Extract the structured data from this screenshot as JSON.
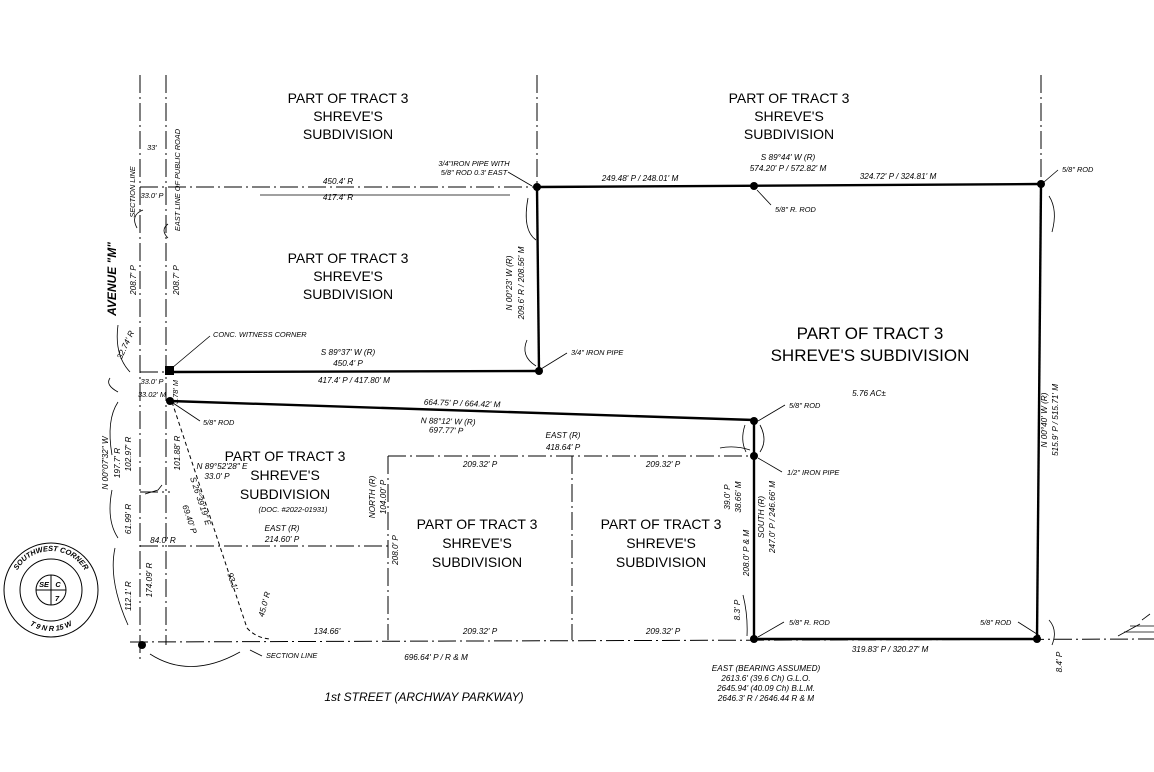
{
  "tracts": {
    "nw": [
      "PART OF TRACT 3",
      "SHREVE'S",
      "SUBDIVISION"
    ],
    "ne": [
      "PART OF TRACT 3",
      "SHREVE'S",
      "SUBDIVISION"
    ],
    "mid": [
      "PART OF TRACT 3",
      "SHREVE'S",
      "SUBDIVISION"
    ],
    "main": [
      "PART OF TRACT 3",
      "SHREVE'S SUBDIVISION"
    ],
    "sw": [
      "PART OF TRACT 3",
      "SHREVE'S",
      "SUBDIVISION"
    ],
    "sw_doc": "(DOC. #2022-01931)",
    "lot1": [
      "PART OF TRACT 3",
      "SHREVE'S",
      "SUBDIVISION"
    ],
    "lot2": [
      "PART OF TRACT 3",
      "SHREVE'S",
      "SUBDIVISION"
    ]
  },
  "area": "5.76 AC±",
  "roads": {
    "avenue": "AVENUE \"M\"",
    "street": "1st STREET (ARCHWAY PARKWAY)",
    "section_line_top": "SECTION LINE",
    "east_line": "EAST LINE OF PUBLIC ROAD",
    "section_line_bottom": "SECTION LINE"
  },
  "monuments": {
    "iron_pipe_ne": [
      "3/4\"IRON PIPE WITH",
      "5/8\" ROD 0.3' EAST"
    ],
    "rod_top_mid": "5/8\" R. ROD",
    "rod_top_right": "5/8\" ROD",
    "iron_pipe_34": "3/4\" IRON PIPE",
    "witness": "CONC. WITNESS CORNER",
    "rod_west": "5/8\" ROD",
    "rod_mid_right": "5/8\" ROD",
    "iron_pipe_12": "1/2\" IRON PIPE",
    "rod_bottom_mid": "5/8\" R. ROD",
    "rod_bottom_right": "5/8\" ROD"
  },
  "dims": {
    "north_450r": "450.4' R",
    "north_417r": "417.4' R",
    "top_bearing": "S 89°44' W (R)",
    "top_total": "574.20' P / 572.82' M",
    "top_left": "249.48' P / 248.01' M",
    "top_right": "324.72' P / 324.81' M",
    "v_left_bearing": "N 00°23' W (R)",
    "v_left_dist": "209.6' R / 208.56' M",
    "mid_bearing": "S 89°37' W (R)",
    "mid_450": "450.4' P",
    "mid_417": "417.4' P / 417.80' M",
    "diag_dist": "664.75' P / 664.42' M",
    "diag_bearing": "N 88°12' W (R)",
    "diag_total": "697.77' P",
    "east_bearing": "EAST (R)",
    "east_total": "418.64' P",
    "lot_top_a": "209.32' P",
    "lot_top_b": "209.32' P",
    "lot_bottom_a": "209.32' P",
    "lot_bottom_b": "209.32' P",
    "east_line_bearing": "N 00°40' W (R)",
    "east_line_dist": "515.9' P / 515.71' M",
    "inner_v_bearing": "SOUTH (R)",
    "inner_v_dist": "247.0' P / 246.66' M",
    "inner_v_208": "208.0' P & M",
    "pipe_39": "39.0' P",
    "pipe_38": "38.66' M",
    "rod_83": "8.3' P",
    "rod_84": "8.4' P",
    "bottom_right": "319.83' P / 320.27' M",
    "bottom_main": "696.64' P / R & M",
    "sw_134": "134.66'",
    "sw_45": "45.0' R",
    "diag_931": "93.1'",
    "sw_bearing": "S 26°39'19\" E",
    "sw_6940": "69.40' P",
    "sw_n89": "N 89°52'28\" E",
    "sw_33": "33.0' P",
    "sw_east": "EAST (R)",
    "sw_214": "214.60' P",
    "sw_84": "84.0' R",
    "north_104": "104.00' P",
    "north_label": "NORTH (R)",
    "v_208_lot": "208.0' P",
    "left_101": "101.88' R",
    "left_102": "102.97' R",
    "left_bearing": "N 00°07'32\" W",
    "left_197": "197.7' R",
    "left_6199": "61.99' R",
    "left_174": "174.09' R",
    "left_112": "112.1' R",
    "av_208_1": "208.7' P",
    "av_208_2": "208.7' P",
    "av_3274": "32.74' R",
    "w_33a": "33.0' P",
    "w_33b": "33.0' P",
    "w_3302": "33.02' M",
    "w_378": "3.78' M",
    "w_33top": "33'"
  },
  "basis": [
    "EAST (BEARING ASSUMED)",
    "2613.6' (39.6 Ch) G.L.O.",
    "2645.94' (40.09 Ch) B.L.M.",
    "2646.3' R / 2646.44 R & M"
  ],
  "corner": {
    "ring_top": "SOUTHWEST CORNER",
    "ring_bottom": "T 9 N  R 15 W",
    "se": "SE",
    "c": "C",
    "num": "7"
  }
}
